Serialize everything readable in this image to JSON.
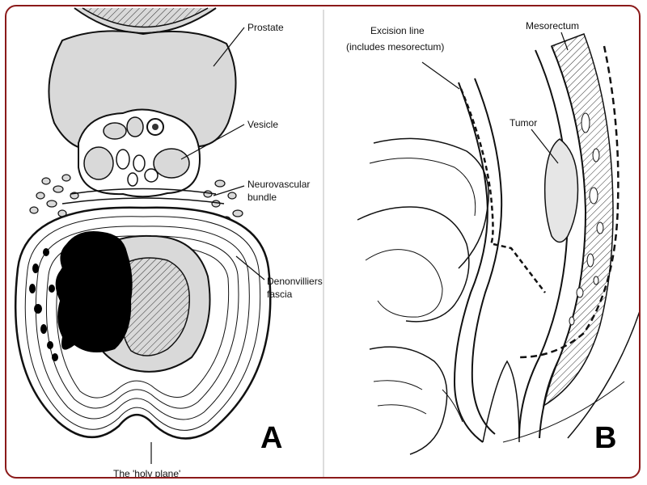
{
  "panel_a": {
    "letter": "A",
    "labels": {
      "prostate": "Prostate",
      "vesicle": "Vesicle",
      "neurovascular_line1": "Neurovascular",
      "neurovascular_line2": "bundle",
      "denonvilliers_line1": "Denonvilliers",
      "denonvilliers_line2": "fascia",
      "holy_plane": "The 'holy plane'"
    }
  },
  "panel_b": {
    "letter": "B",
    "labels": {
      "excision_line1": "Excision line",
      "excision_line2": "(includes mesorectum)",
      "mesorectum": "Mesorectum",
      "tumor": "Tumor"
    }
  },
  "colors": {
    "border": "#8b1a1a",
    "tissue_fill": "#d9d9d9",
    "ink": "#111111"
  }
}
